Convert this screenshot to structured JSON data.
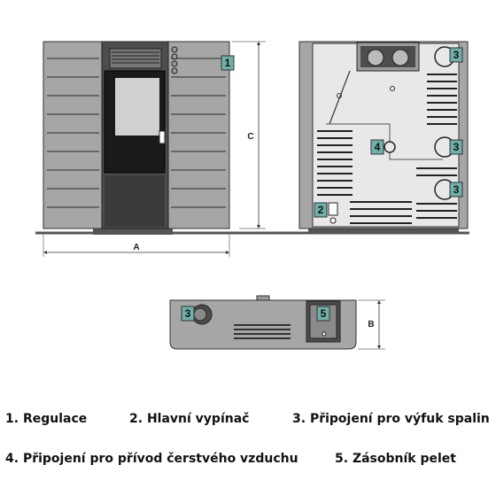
{
  "dimensions": {
    "a": "A",
    "b": "B",
    "c": "C"
  },
  "badges": {
    "n1": "1",
    "n2": "2",
    "n3": "3",
    "n4": "4",
    "n5": "5"
  },
  "legend": [
    {
      "number": "1.",
      "text": "Regulace"
    },
    {
      "number": "2.",
      "text": "Hlavní vypínač"
    },
    {
      "number": "3.",
      "text": "Připojení pro výfuk spalin"
    },
    {
      "number": "4.",
      "text": "Připojení pro přívod čerstvého vzduchu"
    },
    {
      "number": "5.",
      "text": "Zásobník pelet"
    }
  ],
  "colors": {
    "body": "#a6a6a6",
    "panel": "#4d4d4d",
    "badge": "#6fb1a8",
    "dark": "#1a1a1a"
  }
}
